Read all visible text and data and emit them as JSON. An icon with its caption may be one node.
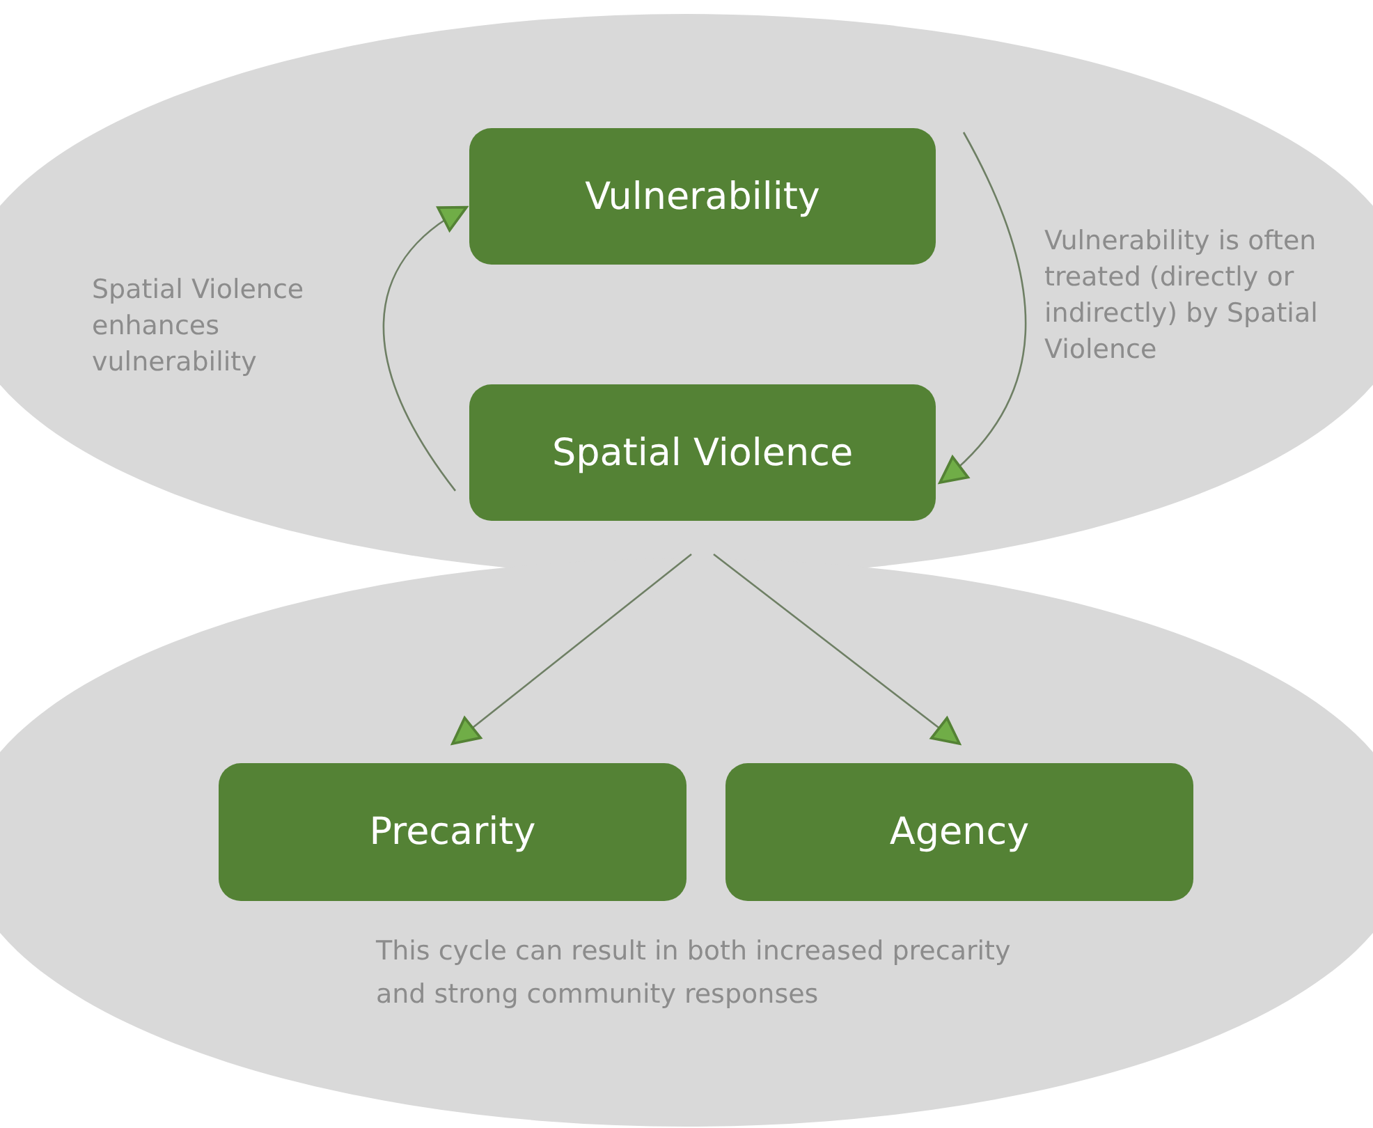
{
  "diagram": {
    "nodes": [
      {
        "text": [
          "Vulnerability"
        ]
      },
      {
        "text": [
          "Spatial Violence"
        ]
      },
      {
        "text": [
          "Precarity"
        ]
      },
      {
        "text": [
          "Agency"
        ]
      }
    ],
    "edges": [
      {
        "from": 0,
        "to": 1,
        "arrow": "to",
        "label": "Vulnerability is often treated (directly or indirectly) by Spatial Violence"
      },
      {
        "from": 1,
        "to": 0,
        "arrow": "to",
        "label": "Spatial Violence enhances vulnerability"
      },
      {
        "from": 1,
        "to": 2,
        "arrow": "to"
      },
      {
        "from": 1,
        "to": 3,
        "arrow": "to"
      }
    ],
    "labels": [
      "This cycle can result in both increased precarity and strong community responses"
    ]
  }
}
